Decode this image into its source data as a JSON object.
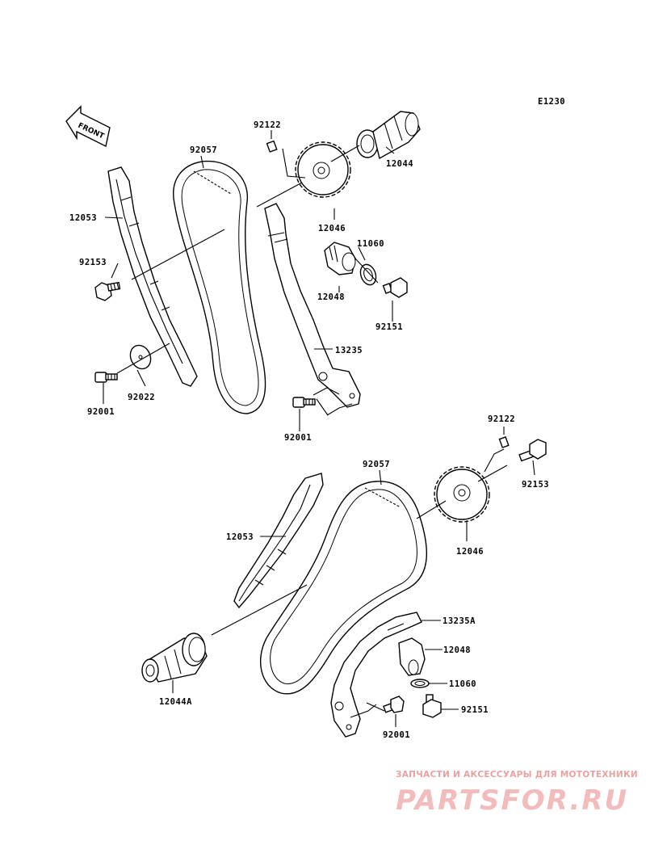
{
  "figure_code": "E1230",
  "front_label": "FRONT",
  "parts": {
    "upper": {
      "p92122": "92122",
      "p92057": "92057",
      "p12044": "12044",
      "p12053": "12053",
      "p12046": "12046",
      "p11060": "11060",
      "p92153": "92153",
      "p12048": "12048",
      "p92151": "92151",
      "p13235": "13235",
      "p92022": "92022",
      "p92001a": "92001",
      "p92001b": "92001"
    },
    "lower": {
      "p92122": "92122",
      "p92057": "92057",
      "p92153": "92153",
      "p12053": "12053",
      "p12046": "12046",
      "p13235A": "13235A",
      "p12048": "12048",
      "p11060": "11060",
      "p12044A": "12044A",
      "p92151": "92151",
      "p92001": "92001"
    }
  },
  "watermark": {
    "subtitle": "ЗАПЧАСТИ И АКСЕССУАРЫ ДЛЯ МОТОТЕХНИКИ",
    "brand": "PARTSFOR.RU"
  }
}
